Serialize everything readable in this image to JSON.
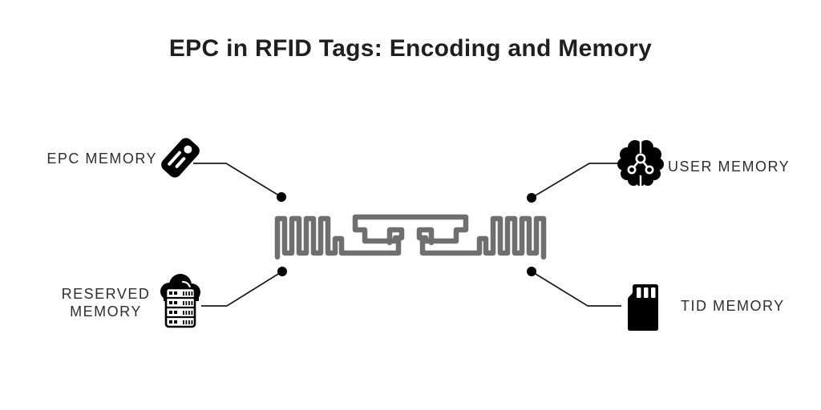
{
  "title": "EPC in RFID Tags: Encoding and Memory",
  "diagram": {
    "center": {
      "name": "rfid-tag-antenna",
      "description": "UHF RFID inlay meander antenna with central chip loop"
    },
    "nodes": {
      "epc": {
        "label": "EPC MEMORY",
        "icon": "price-tag-icon",
        "position": "top-left"
      },
      "user": {
        "label": "USER MEMORY",
        "icon": "brain-circuit-icon",
        "position": "top-right"
      },
      "reserved": {
        "label": "RESERVED MEMORY",
        "icon": "cloud-server-icon",
        "position": "bottom-left"
      },
      "tid": {
        "label": "TID MEMORY",
        "icon": "sd-card-icon",
        "position": "bottom-right"
      }
    }
  },
  "colors": {
    "background": "#ffffff",
    "title_text": "#1f1f1f",
    "label_text": "#2e2e2e",
    "antenna": "#6f6f6f",
    "connector_line": "#1a1a1a",
    "icon_fill": "#000000"
  }
}
